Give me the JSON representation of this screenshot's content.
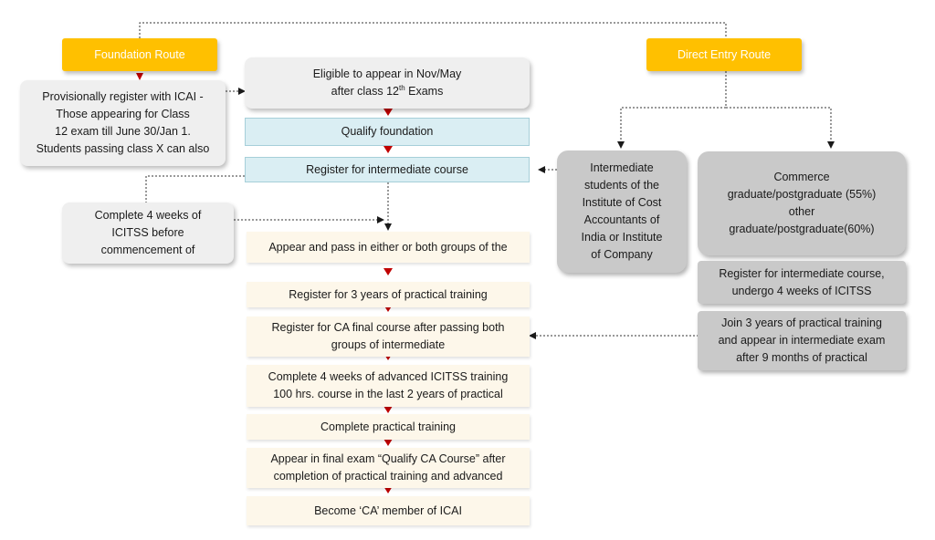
{
  "routes": {
    "foundation": "Foundation Route",
    "direct": "Direct Entry Route"
  },
  "foundation_steps": {
    "provisional": [
      "Provisionally  register with ICAI -",
      "Those appearing for Class",
      "12 exam till June 30/Jan  1.",
      "Students passing class X can also"
    ],
    "eligible_line1": "Eligible  to appear in Nov/May",
    "eligible_line2_pre": "after class 12",
    "eligible_sup": "th",
    "eligible_line2_post": " Exams",
    "qualify_foundation": "Qualify foundation",
    "register_intermediate": "Register for intermediate course",
    "icitss_side": [
      "Complete 4 weeks of",
      "ICITSS before",
      "commencement of"
    ]
  },
  "main_steps": [
    [
      "Appear and pass in either or both groups of the"
    ],
    [
      "Register for 3 years of practical  training"
    ],
    [
      "Register for CA final course after passing both",
      "groups of intermediate"
    ],
    [
      "Complete 4 weeks of advanced ICITSS training",
      "100 hrs. course in the last 2 years of practical"
    ],
    [
      "Complete practical  training"
    ],
    [
      "Appear in final exam “Qualify CA Course” after",
      "completion of practical  training and advanced"
    ],
    [
      "Become ‘CA’ member of ICAI"
    ]
  ],
  "direct_entry": {
    "cost_accountants": [
      "Intermediate",
      "students of the",
      "Institute of Cost",
      "Accountants  of",
      "India or Institute",
      "of Company"
    ],
    "graduates": [
      "Commerce",
      "graduate/postgraduate  (55%)",
      "other",
      "graduate/postgraduate(60%)"
    ],
    "register_icitss": [
      "Register for intermediate  course,",
      "undergo 4 weeks of ICITSS"
    ],
    "practical": [
      "Join 3 years of practical  training",
      "and appear in intermediate exam",
      "after 9 months of practical"
    ]
  },
  "colors": {
    "route_fill": "#ffc000",
    "arrow": "#c00000",
    "blue_fill": "#daeef3",
    "cream_fill": "#fdf7ea",
    "grey_fill": "#c9c9c9"
  }
}
